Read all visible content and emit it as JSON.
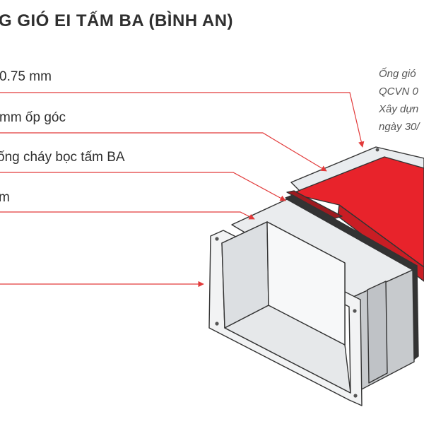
{
  "title": "G GIÓ EI TẤM BA (BÌNH AN)",
  "labels": [
    "0.75 mm",
    "mm ốp góc",
    "ống cháy bọc tấm BA",
    "m"
  ],
  "note_lines": [
    "Ống gió",
    "QCVN 0",
    "Xây dựn",
    "ngày 30/"
  ],
  "colors": {
    "accent": "#e8232b",
    "leader": "#e23a3a",
    "text": "#2f2f2f"
  }
}
